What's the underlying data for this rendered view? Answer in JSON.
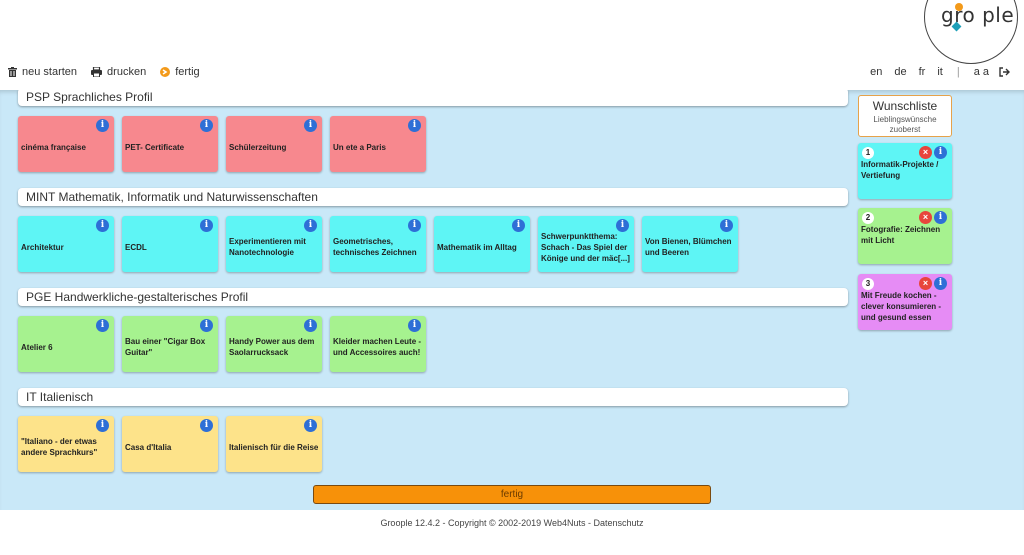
{
  "logo": {
    "text": "gro ple"
  },
  "toolbar": {
    "restart_label": "neu starten",
    "print_label": "drucken",
    "done_label": "fertig",
    "languages": [
      "en",
      "de",
      "fr",
      "it"
    ],
    "separator": "|",
    "fontsize_label": "a a"
  },
  "sections": [
    {
      "title": "PSP Sprachliches Profil",
      "color": "#f7888e",
      "items": [
        "cinéma française",
        "PET- Certificate",
        "Schülerzeitung",
        "Un ete a Paris"
      ]
    },
    {
      "title": "MINT Mathematik, Informatik und Naturwissenschaften",
      "color": "#5ef5f5",
      "items": [
        "Architektur",
        "ECDL",
        "Experimentieren mit Nanotechnologie",
        "Geometrisches, technisches Zeichnen",
        "Mathematik im Alltag",
        "Schwerpunktthema: Schach - Das Spiel der Könige und der mäc[...]",
        "Von Bienen, Blümchen und Beeren"
      ]
    },
    {
      "title": "PGE Handwerkliche-gestalterisches Profil",
      "color": "#a6f28f",
      "items": [
        "Atelier 6",
        "Bau einer \"Cigar Box Guitar\"",
        "Handy Power aus dem Saolarrucksack",
        "Kleider machen Leute - und Accessoires auch!"
      ]
    },
    {
      "title": "IT Italienisch",
      "color": "#fde38a",
      "items": [
        "\"Italiano - der etwas andere Sprachkurs\"",
        "Casa d'Italia",
        "Italienisch für die Reise"
      ]
    }
  ],
  "wishlist": {
    "title": "Wunschliste",
    "subtitle": "Lieblingswünsche zuoberst",
    "items": [
      {
        "rank": "1",
        "label": "Informatik-Projekte / Vertiefung",
        "color": "#5ef5f5"
      },
      {
        "rank": "2",
        "label": "Fotografie: Zeichnen mit Licht",
        "color": "#a6f28f"
      },
      {
        "rank": "3",
        "label": "Mit Freude kochen - clever konsumieren - und gesund essen",
        "color": "#e68cf5"
      }
    ]
  },
  "icons": {
    "info": "i",
    "delete": "×"
  },
  "done_button_label": "fertig",
  "footer": "Groople 12.4.2 - Copyright © 2002-2019 Web4Nuts - Datenschutz"
}
